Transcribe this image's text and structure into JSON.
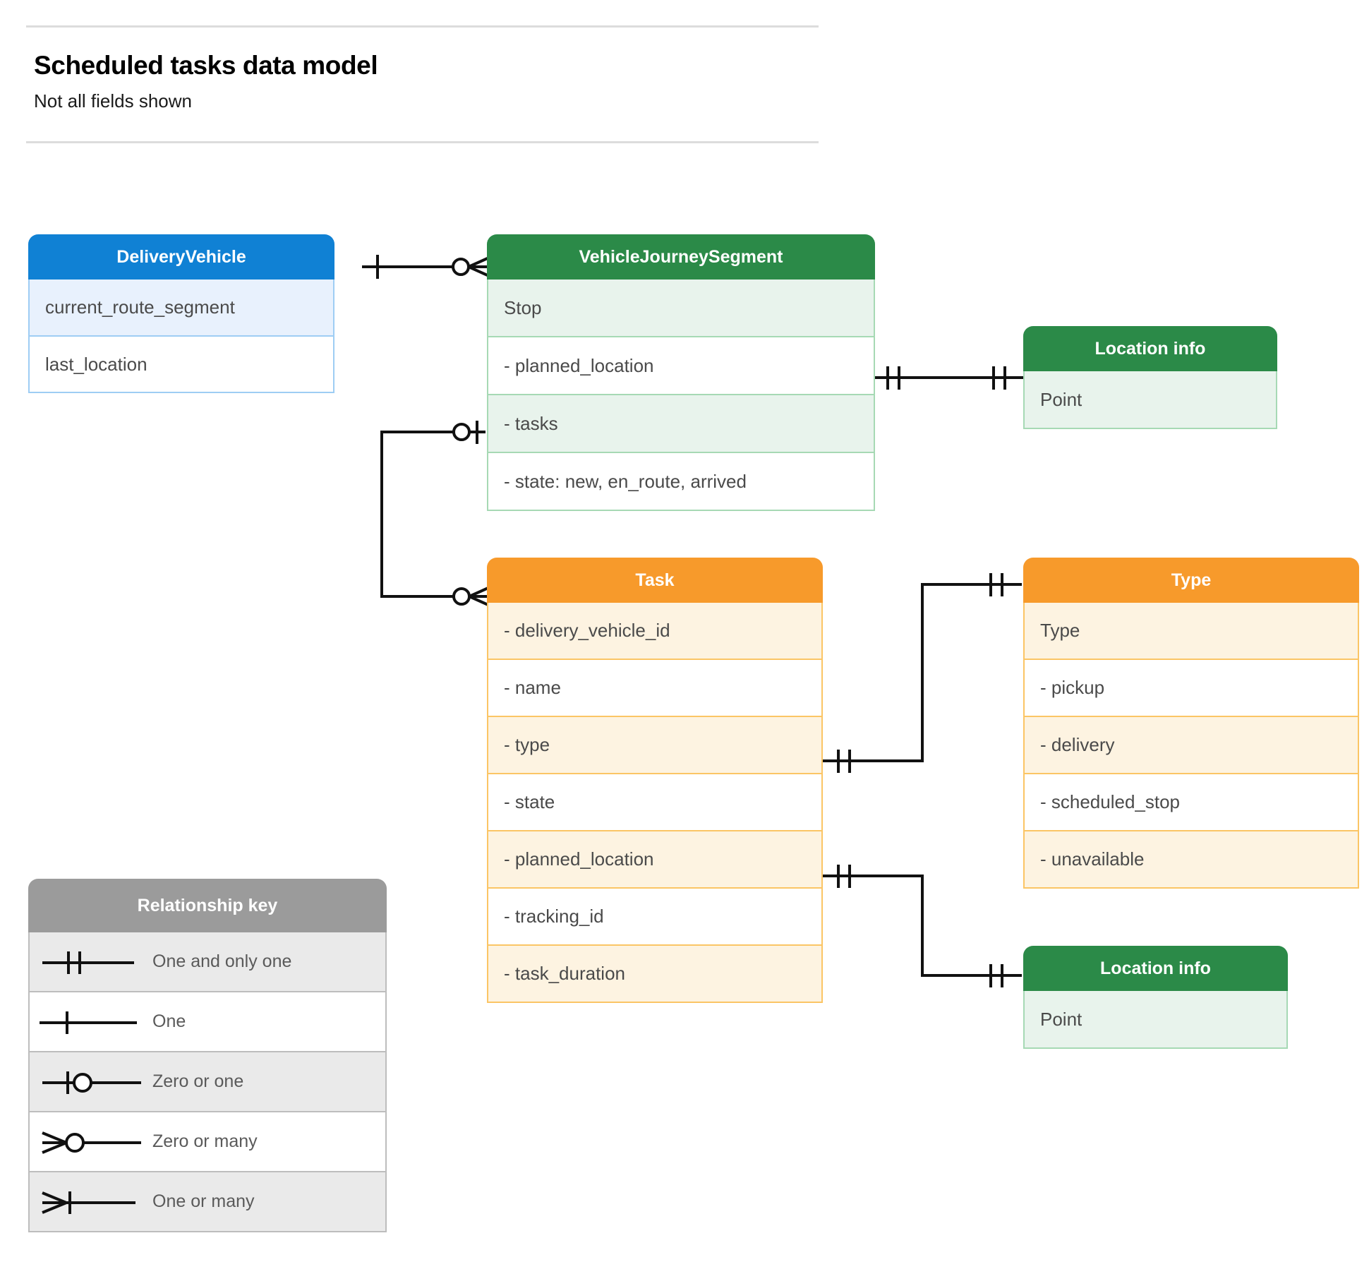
{
  "header": {
    "title": "Scheduled tasks data model",
    "subtitle": "Not all fields shown"
  },
  "colors": {
    "blue_header": "#1081d4",
    "blue_row": "#e8f1fd",
    "blue_border": "#9ecdf4",
    "green_header": "#2b8a48",
    "green_row": "#e8f3ec",
    "green_border": "#a6d9b4",
    "orange_header": "#f79a2b",
    "orange_row": "#fdf3e1",
    "orange_border": "#fbc565",
    "grey_header": "#9b9b9b",
    "grey_row": "#eaeaea",
    "connector": "#111111",
    "rule": "#dcdcdc"
  },
  "entities": {
    "delivery_vehicle": {
      "title": "DeliveryVehicle",
      "rows": [
        "current_route_segment",
        "last_location"
      ]
    },
    "vehicle_journey_segment": {
      "title": "VehicleJourneySegment",
      "rows": [
        "Stop",
        "-  planned_location",
        "- tasks",
        "- state: new, en_route, arrived"
      ]
    },
    "location_info_top": {
      "title": "Location info",
      "rows": [
        "Point"
      ]
    },
    "location_info_bottom": {
      "title": "Location info",
      "rows": [
        "Point"
      ]
    },
    "task": {
      "title": "Task",
      "rows": [
        "- delivery_vehicle_id",
        "- name",
        "- type",
        "- state",
        "- planned_location",
        "- tracking_id",
        "- task_duration"
      ]
    },
    "type": {
      "title": "Type",
      "rows": [
        "Type",
        "-   pickup",
        "-   delivery",
        "-   scheduled_stop",
        "-   unavailable"
      ]
    }
  },
  "legend": {
    "title": "Relationship key",
    "items": [
      {
        "label": "One and only one",
        "symbol": "one-and-only-one"
      },
      {
        "label": "One",
        "symbol": "one"
      },
      {
        "label": "Zero or one",
        "symbol": "zero-or-one"
      },
      {
        "label": "Zero or many",
        "symbol": "zero-or-many"
      },
      {
        "label": "One or many",
        "symbol": "one-or-many"
      }
    ]
  },
  "relationships": [
    {
      "from": "DeliveryVehicle",
      "to": "VehicleJourneySegment",
      "from_cardinality": "One",
      "to_cardinality": "Zero or many"
    },
    {
      "from": "VehicleJourneySegment.- tasks",
      "to": "Task",
      "from_cardinality": "Zero or one",
      "to_cardinality": "Zero or many"
    },
    {
      "from": "VehicleJourneySegment.-  planned_location",
      "to": "Location info",
      "from_cardinality": "One and only one",
      "to_cardinality": "One and only one"
    },
    {
      "from": "Task.- type",
      "to": "Type",
      "from_cardinality": "One and only one",
      "to_cardinality": "One and only one"
    },
    {
      "from": "Task.- planned_location",
      "to": "Location info",
      "from_cardinality": "One and only one",
      "to_cardinality": "One and only one"
    }
  ]
}
